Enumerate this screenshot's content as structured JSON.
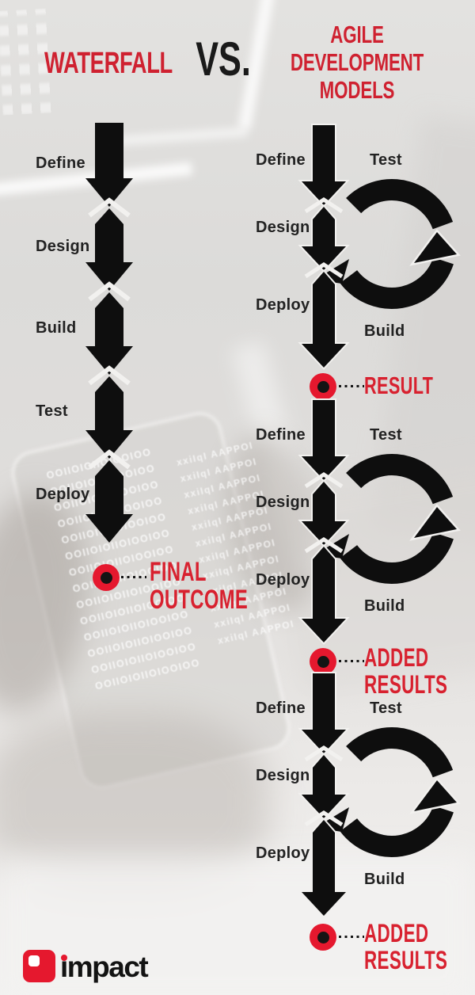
{
  "header": {
    "waterfall_title": "WATERFALL",
    "vs_label": "VS.",
    "agile_title_lines": [
      "AGILE",
      "DEVELOPMENT",
      "MODELS"
    ]
  },
  "waterfall": {
    "steps": [
      "Define",
      "Design",
      "Build",
      "Test",
      "Deploy"
    ],
    "outcome_lines": [
      "FINAL",
      "OUTCOME"
    ]
  },
  "agile": {
    "cycles": [
      {
        "steps_left": [
          "Define",
          "Design",
          "Deploy"
        ],
        "steps_right": [
          "Test",
          "Build"
        ],
        "outcome_lines": [
          "RESULT"
        ]
      },
      {
        "steps_left": [
          "Define",
          "Design",
          "Deploy"
        ],
        "steps_right": [
          "Test",
          "Build"
        ],
        "outcome_lines": [
          "ADDED",
          "RESULTS"
        ]
      },
      {
        "steps_left": [
          "Define",
          "Design",
          "Deploy"
        ],
        "steps_right": [
          "Test",
          "Build"
        ],
        "outcome_lines": [
          "ADDED",
          "RESULTS"
        ]
      }
    ]
  },
  "logo": {
    "text_i": "i",
    "text_rest": "mpact"
  },
  "background": {
    "code_left": "OOIIOIOIIOIOOIOO",
    "code_right": "xxiIqI  AAPPOI"
  },
  "colors": {
    "red_title": "#cf2130",
    "red_label": "#d8212f",
    "red_bullseye": "#e5182e",
    "arrow_black": "#0e0e0e"
  }
}
